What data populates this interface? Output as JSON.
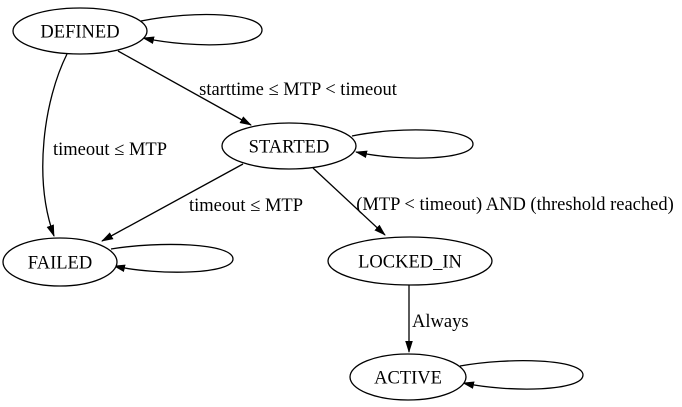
{
  "diagram": {
    "type": "state-machine-graph",
    "background_color": "#ffffff",
    "line_color": "#000000",
    "text_color": "#000000",
    "nodes": [
      {
        "id": "defined",
        "label": "DEFINED",
        "has_self_loop": true
      },
      {
        "id": "started",
        "label": "STARTED",
        "has_self_loop": true
      },
      {
        "id": "failed",
        "label": "FAILED",
        "has_self_loop": true
      },
      {
        "id": "locked_in",
        "label": "LOCKED_IN",
        "has_self_loop": false
      },
      {
        "id": "active",
        "label": "ACTIVE",
        "has_self_loop": true
      }
    ],
    "edges": [
      {
        "from": "DEFINED",
        "to": "STARTED",
        "label": "starttime ≤ MTP < timeout"
      },
      {
        "from": "DEFINED",
        "to": "FAILED",
        "label": "timeout ≤ MTP"
      },
      {
        "from": "STARTED",
        "to": "FAILED",
        "label": "timeout ≤ MTP"
      },
      {
        "from": "STARTED",
        "to": "LOCKED_IN",
        "label": "(MTP < timeout) AND (threshold reached)"
      },
      {
        "from": "LOCKED_IN",
        "to": "ACTIVE",
        "label": "Always"
      },
      {
        "from": "DEFINED",
        "to": "DEFINED",
        "label": ""
      },
      {
        "from": "STARTED",
        "to": "STARTED",
        "label": ""
      },
      {
        "from": "FAILED",
        "to": "FAILED",
        "label": ""
      },
      {
        "from": "ACTIVE",
        "to": "ACTIVE",
        "label": ""
      }
    ]
  }
}
